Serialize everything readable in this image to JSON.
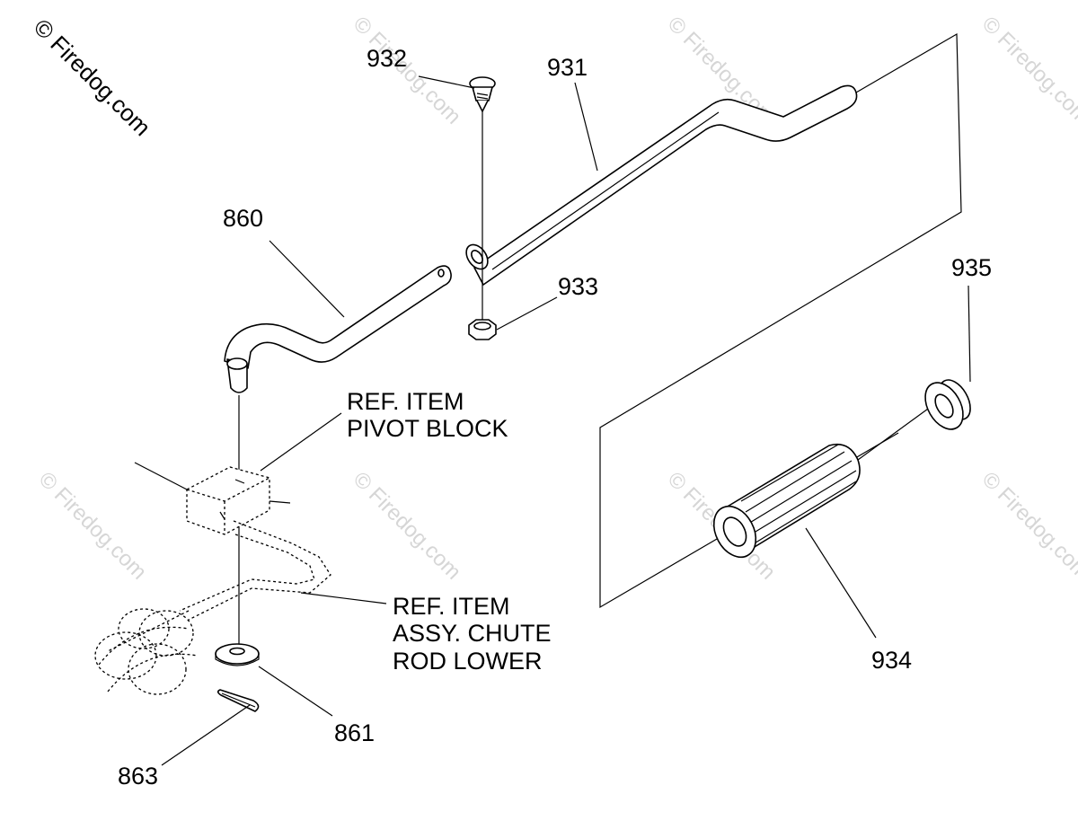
{
  "watermark": {
    "main": "© Firedog.com",
    "faint": "© Firedog.com"
  },
  "callouts": {
    "p932": "932",
    "p931": "931",
    "p860": "860",
    "p933": "933",
    "p935": "935",
    "p934": "934",
    "p861": "861",
    "p863": "863"
  },
  "references": {
    "pivot_block": {
      "line1": "REF. ITEM",
      "line2": "PIVOT BLOCK"
    },
    "chute_rod_lower": {
      "line1": "REF. ITEM",
      "line2": "ASSY. CHUTE",
      "line3": "ROD LOWER"
    }
  }
}
